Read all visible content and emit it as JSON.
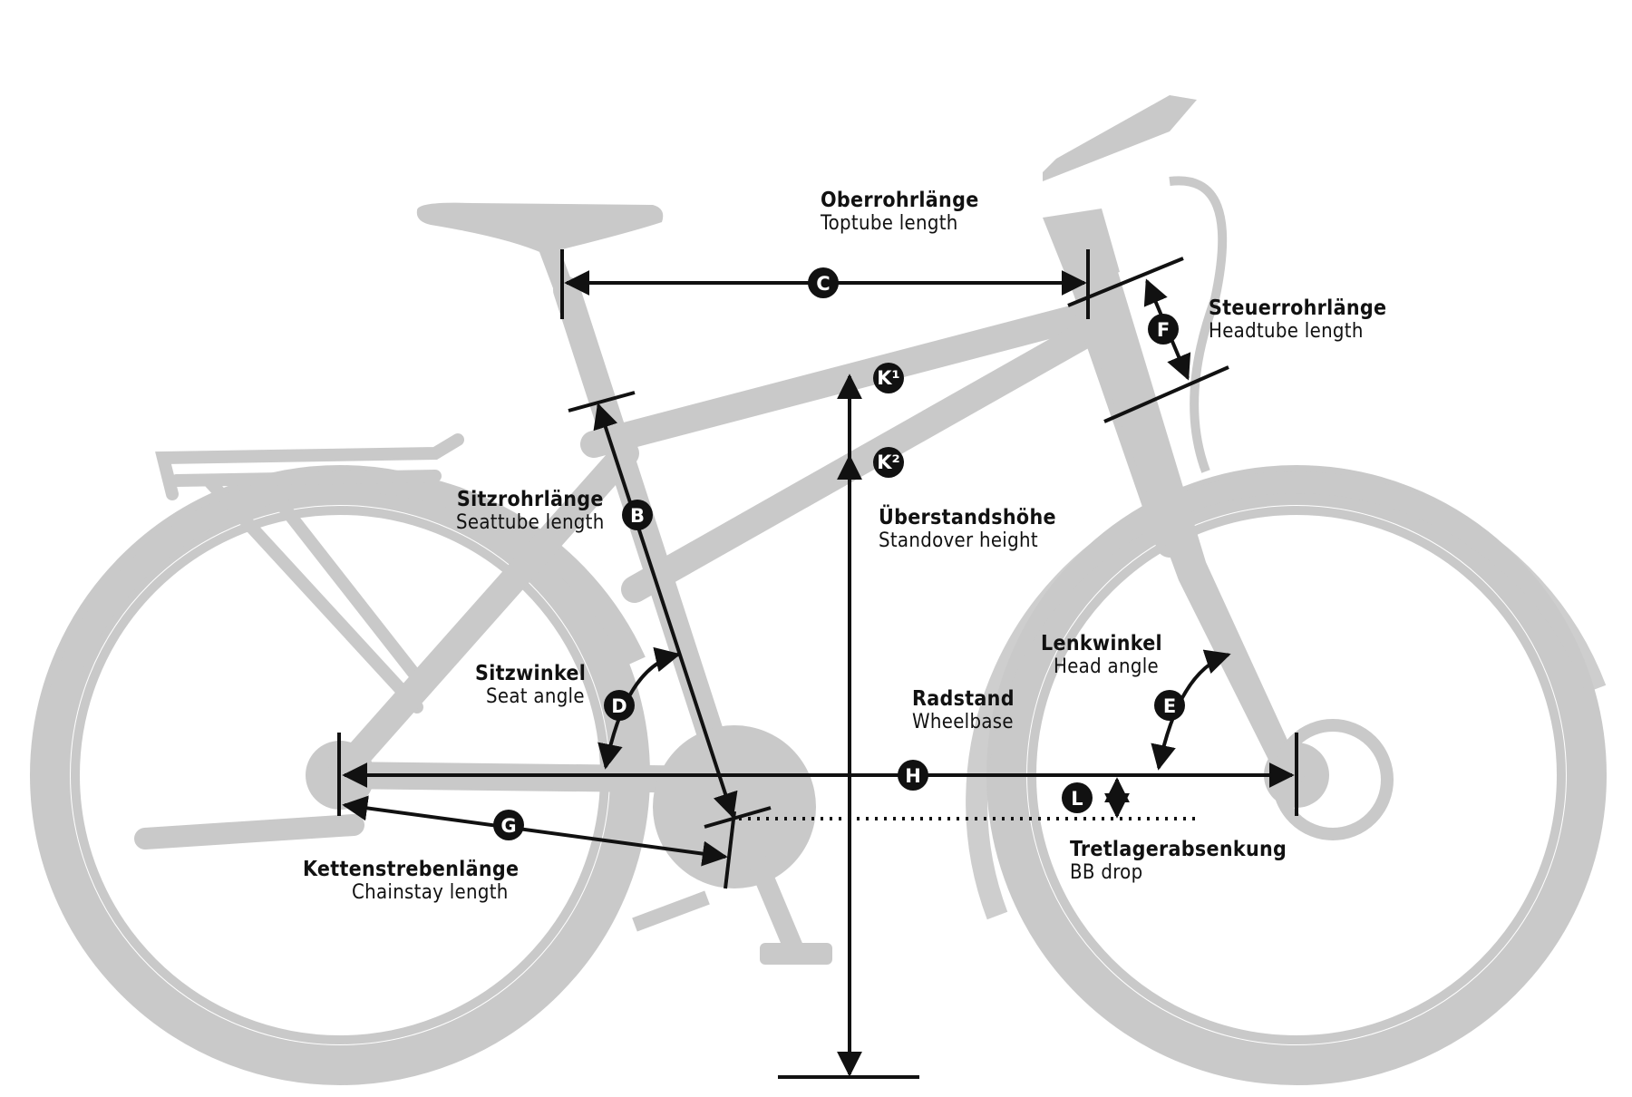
{
  "colors": {
    "bike_silhouette": "#c9c9c9",
    "spokes": "#ffffff",
    "dimension_lines": "#111111",
    "badge_fill": "#111111",
    "badge_text": "#ffffff",
    "background": "#ffffff"
  },
  "badges": {
    "B": "B",
    "C": "C",
    "D": "D",
    "E": "E",
    "F": "F",
    "G": "G",
    "H": "H",
    "K1": "K¹",
    "K2": "K²",
    "L": "L"
  },
  "labels": {
    "toptube": {
      "de": "Oberrohrlänge",
      "en": "Toptube length"
    },
    "headtube": {
      "de": "Steuerrohrlänge",
      "en": "Headtube length"
    },
    "seattube": {
      "de": "Sitzrohrlänge",
      "en": "Seattube length"
    },
    "standover": {
      "de": "Überstandshöhe",
      "en": "Standover height"
    },
    "seat_angle": {
      "de": "Sitzwinkel",
      "en": "Seat angle"
    },
    "head_angle": {
      "de": "Lenkwinkel",
      "en": "Head angle"
    },
    "wheelbase": {
      "de": "Radstand",
      "en": "Wheelbase"
    },
    "chainstay": {
      "de": "Kettenstrebenlänge",
      "en": "Chainstay length"
    },
    "bb_drop": {
      "de": "Tretlagerabsenkung",
      "en": "BB drop"
    }
  }
}
